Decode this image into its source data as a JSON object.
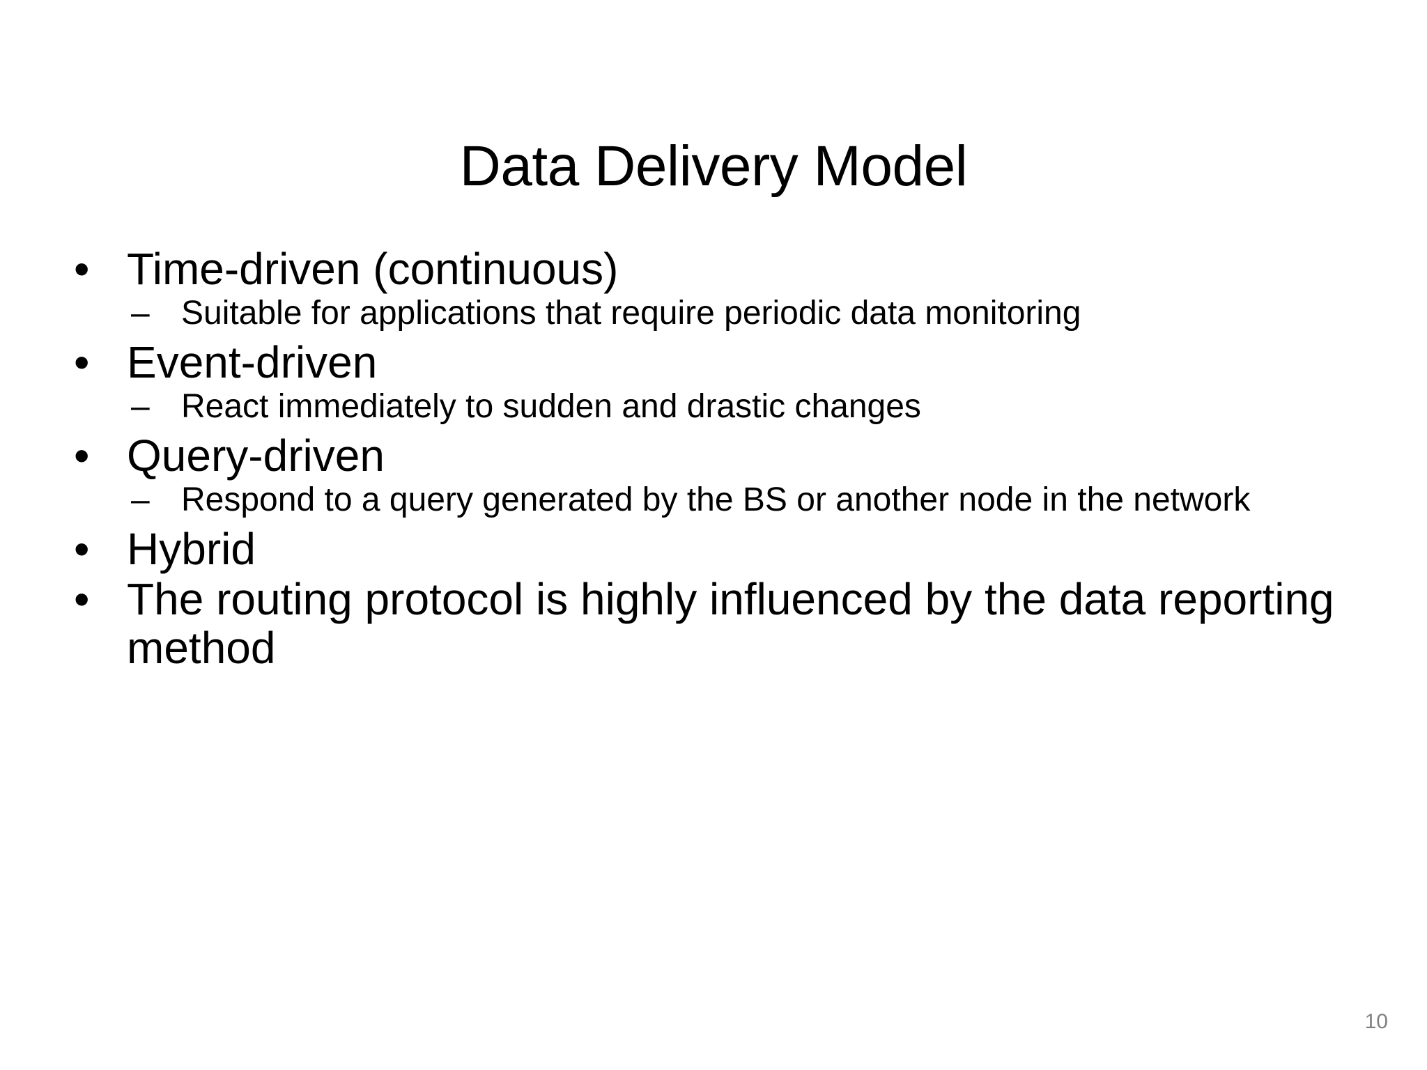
{
  "slide": {
    "title": "Data Delivery Model",
    "page_number": "10",
    "page_number_color": "#808080",
    "text_color": "#000000",
    "background_color": "#ffffff",
    "level1_bullet_glyph": "•",
    "level2_bullet_glyph": "–",
    "bullets": [
      {
        "level": 1,
        "text": "Time-driven (continuous)"
      },
      {
        "level": 2,
        "text": "Suitable for applications that require periodic data monitoring"
      },
      {
        "level": 1,
        "text": "Event-driven"
      },
      {
        "level": 2,
        "text": "React immediately to sudden and drastic changes"
      },
      {
        "level": 1,
        "text": "Query-driven"
      },
      {
        "level": 2,
        "text": "Respond to a query generated by the BS or another node in the network"
      },
      {
        "level": 1,
        "text": "Hybrid"
      },
      {
        "level": 1,
        "text": "The routing protocol is highly influenced by the data reporting method"
      }
    ]
  }
}
